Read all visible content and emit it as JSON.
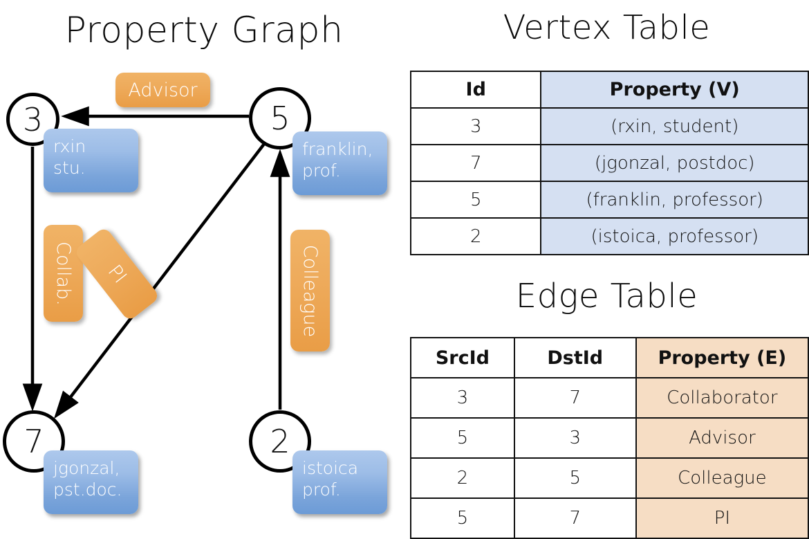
{
  "graph": {
    "title": "Property Graph",
    "nodes": [
      {
        "id": "3",
        "property": "rxin\nstu."
      },
      {
        "id": "5",
        "property": "franklin,\nprof."
      },
      {
        "id": "7",
        "property": "jgonzal,\npst.doc."
      },
      {
        "id": "2",
        "property": "istoica\nprof."
      }
    ],
    "edge_labels": [
      {
        "name": "advisor",
        "text": "Advisor"
      },
      {
        "name": "collab",
        "text": "Collab."
      },
      {
        "name": "pi",
        "text": "PI"
      },
      {
        "name": "colleague",
        "text": "Colleague"
      }
    ],
    "colors": {
      "node_fill": "#ffffff",
      "node_stroke": "#000000",
      "vertex_box": "#7aa4da",
      "edge_box": "#eeab5c"
    }
  },
  "vertex_table": {
    "title": "Vertex Table",
    "columns": [
      "Id",
      "Property (V)"
    ],
    "rows": [
      [
        "3",
        "(rxin, student)"
      ],
      [
        "7",
        "(jgonzal, postdoc)"
      ],
      [
        "5",
        "(franklin, professor)"
      ],
      [
        "2",
        "(istoica, professor)"
      ]
    ],
    "property_cell_color": "#d5e0f2"
  },
  "edge_table": {
    "title": "Edge Table",
    "columns": [
      "SrcId",
      "DstId",
      "Property (E)"
    ],
    "rows": [
      [
        "3",
        "7",
        "Collaborator"
      ],
      [
        "5",
        "3",
        "Advisor"
      ],
      [
        "2",
        "5",
        "Colleague"
      ],
      [
        "5",
        "7",
        "PI"
      ]
    ],
    "property_cell_color": "#f6ddc4"
  }
}
